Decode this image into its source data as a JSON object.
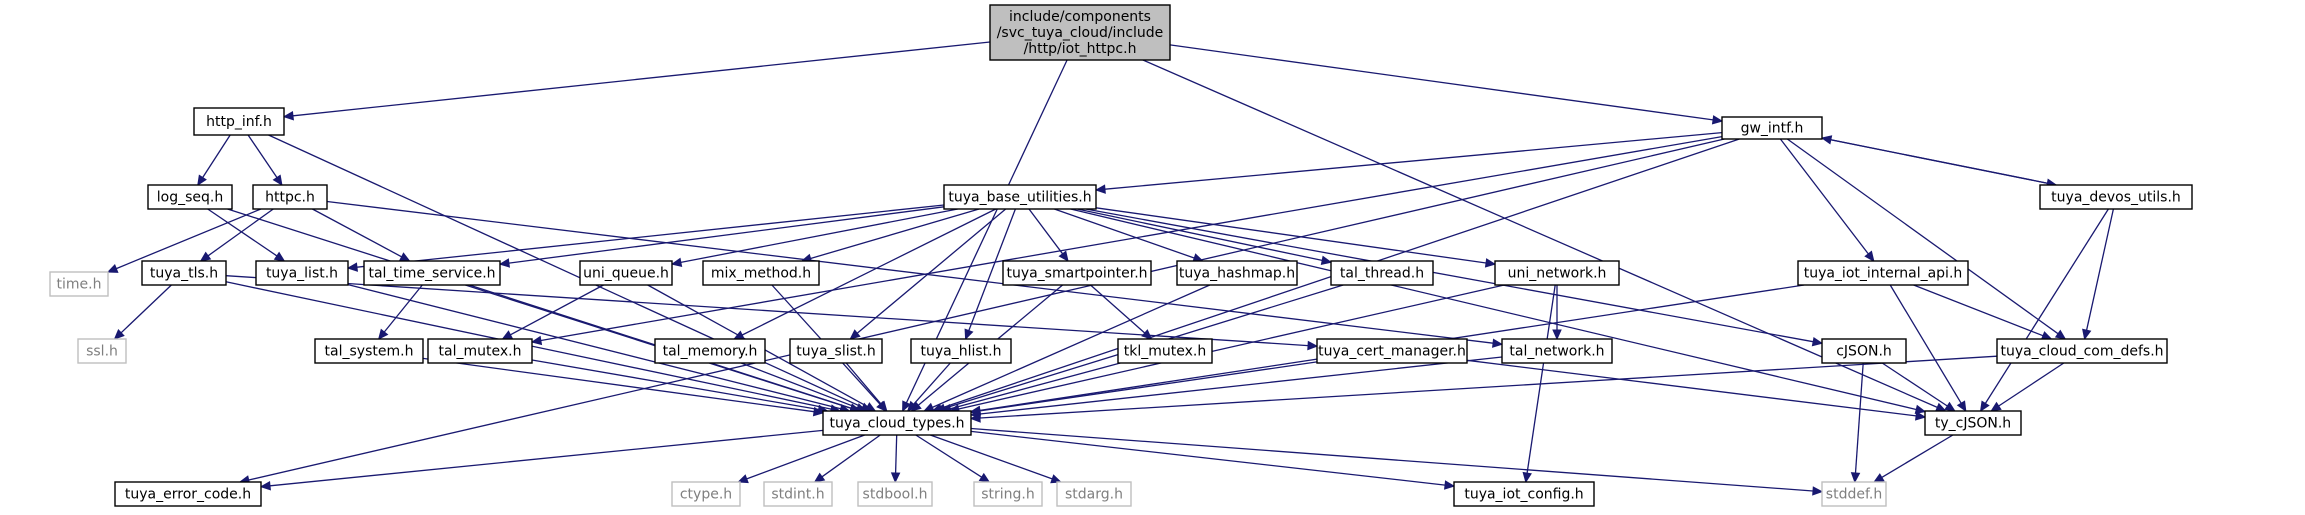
{
  "nodes": [
    {
      "id": "iot_httpc",
      "lines": [
        "include/components",
        "/svc_tuya_cloud/include",
        "/http/iot_httpc.h"
      ],
      "kind": "main"
    },
    {
      "id": "http_inf",
      "lines": [
        "http_inf.h"
      ],
      "kind": "normal"
    },
    {
      "id": "gw_intf",
      "lines": [
        "gw_intf.h"
      ],
      "kind": "normal"
    },
    {
      "id": "log_seq",
      "lines": [
        "log_seq.h"
      ],
      "kind": "normal"
    },
    {
      "id": "httpc",
      "lines": [
        "httpc.h"
      ],
      "kind": "normal"
    },
    {
      "id": "tuya_base_utilities",
      "lines": [
        "tuya_base_utilities.h"
      ],
      "kind": "normal"
    },
    {
      "id": "tuya_devos_utils",
      "lines": [
        "tuya_devos_utils.h"
      ],
      "kind": "normal"
    },
    {
      "id": "time_h",
      "lines": [
        "time.h"
      ],
      "kind": "missing"
    },
    {
      "id": "tuya_tls",
      "lines": [
        "tuya_tls.h"
      ],
      "kind": "normal"
    },
    {
      "id": "tuya_list",
      "lines": [
        "tuya_list.h"
      ],
      "kind": "normal"
    },
    {
      "id": "tal_time_service",
      "lines": [
        "tal_time_service.h"
      ],
      "kind": "normal"
    },
    {
      "id": "uni_queue",
      "lines": [
        "uni_queue.h"
      ],
      "kind": "normal"
    },
    {
      "id": "mix_method",
      "lines": [
        "mix_method.h"
      ],
      "kind": "normal"
    },
    {
      "id": "tuya_smartpointer",
      "lines": [
        "tuya_smartpointer.h"
      ],
      "kind": "normal"
    },
    {
      "id": "tuya_hashmap",
      "lines": [
        "tuya_hashmap.h"
      ],
      "kind": "normal"
    },
    {
      "id": "tal_thread",
      "lines": [
        "tal_thread.h"
      ],
      "kind": "normal"
    },
    {
      "id": "uni_network",
      "lines": [
        "uni_network.h"
      ],
      "kind": "normal"
    },
    {
      "id": "tuya_iot_internal_api",
      "lines": [
        "tuya_iot_internal_api.h"
      ],
      "kind": "normal"
    },
    {
      "id": "ssl_h",
      "lines": [
        "ssl.h"
      ],
      "kind": "missing"
    },
    {
      "id": "tal_system",
      "lines": [
        "tal_system.h"
      ],
      "kind": "normal"
    },
    {
      "id": "tal_mutex",
      "lines": [
        "tal_mutex.h"
      ],
      "kind": "normal"
    },
    {
      "id": "tal_memory",
      "lines": [
        "tal_memory.h"
      ],
      "kind": "normal"
    },
    {
      "id": "tuya_slist",
      "lines": [
        "tuya_slist.h"
      ],
      "kind": "normal"
    },
    {
      "id": "tuya_hlist",
      "lines": [
        "tuya_hlist.h"
      ],
      "kind": "normal"
    },
    {
      "id": "tkl_mutex",
      "lines": [
        "tkl_mutex.h"
      ],
      "kind": "normal"
    },
    {
      "id": "tuya_cert_manager",
      "lines": [
        "tuya_cert_manager.h"
      ],
      "kind": "normal"
    },
    {
      "id": "tal_network",
      "lines": [
        "tal_network.h"
      ],
      "kind": "normal"
    },
    {
      "id": "cJSON",
      "lines": [
        "cJSON.h"
      ],
      "kind": "normal"
    },
    {
      "id": "tuya_cloud_com_defs",
      "lines": [
        "tuya_cloud_com_defs.h"
      ],
      "kind": "normal"
    },
    {
      "id": "tuya_cloud_types",
      "lines": [
        "tuya_cloud_types.h"
      ],
      "kind": "normal"
    },
    {
      "id": "ty_cJSON",
      "lines": [
        "ty_cJSON.h"
      ],
      "kind": "normal"
    },
    {
      "id": "tuya_error_code",
      "lines": [
        "tuya_error_code.h"
      ],
      "kind": "normal"
    },
    {
      "id": "ctype_h",
      "lines": [
        "ctype.h"
      ],
      "kind": "missing"
    },
    {
      "id": "stdint_h",
      "lines": [
        "stdint.h"
      ],
      "kind": "missing"
    },
    {
      "id": "stdbool_h",
      "lines": [
        "stdbool.h"
      ],
      "kind": "missing"
    },
    {
      "id": "string_h",
      "lines": [
        "string.h"
      ],
      "kind": "missing"
    },
    {
      "id": "stdarg_h",
      "lines": [
        "stdarg.h"
      ],
      "kind": "missing"
    },
    {
      "id": "tuya_iot_config",
      "lines": [
        "tuya_iot_config.h"
      ],
      "kind": "normal"
    },
    {
      "id": "stddef_h",
      "lines": [
        "stddef.h"
      ],
      "kind": "missing"
    }
  ],
  "edges": [
    [
      "iot_httpc",
      "http_inf"
    ],
    [
      "iot_httpc",
      "gw_intf"
    ],
    [
      "iot_httpc",
      "tuya_cloud_types"
    ],
    [
      "iot_httpc",
      "ty_cJSON"
    ],
    [
      "http_inf",
      "log_seq"
    ],
    [
      "http_inf",
      "httpc"
    ],
    [
      "http_inf",
      "tuya_cloud_types"
    ],
    [
      "gw_intf",
      "tuya_base_utilities"
    ],
    [
      "gw_intf",
      "tuya_devos_utils"
    ],
    [
      "gw_intf",
      "tuya_iot_internal_api"
    ],
    [
      "gw_intf",
      "tuya_cloud_com_defs"
    ],
    [
      "gw_intf",
      "tuya_cloud_types"
    ],
    [
      "gw_intf",
      "tal_mutex"
    ],
    [
      "gw_intf",
      "tuya_error_code"
    ],
    [
      "tuya_devos_utils",
      "gw_intf"
    ],
    [
      "tuya_devos_utils",
      "tuya_cloud_com_defs"
    ],
    [
      "tuya_devos_utils",
      "ty_cJSON"
    ],
    [
      "log_seq",
      "tuya_list"
    ],
    [
      "log_seq",
      "tuya_cloud_types"
    ],
    [
      "httpc",
      "time_h"
    ],
    [
      "httpc",
      "tuya_tls"
    ],
    [
      "httpc",
      "tal_time_service"
    ],
    [
      "httpc",
      "tal_network"
    ],
    [
      "tuya_base_utilities",
      "tuya_list"
    ],
    [
      "tuya_base_utilities",
      "tal_time_service"
    ],
    [
      "tuya_base_utilities",
      "uni_queue"
    ],
    [
      "tuya_base_utilities",
      "mix_method"
    ],
    [
      "tuya_base_utilities",
      "tuya_smartpointer"
    ],
    [
      "tuya_base_utilities",
      "tuya_hashmap"
    ],
    [
      "tuya_base_utilities",
      "tal_thread"
    ],
    [
      "tuya_base_utilities",
      "uni_network"
    ],
    [
      "tuya_base_utilities",
      "tal_memory"
    ],
    [
      "tuya_base_utilities",
      "tuya_slist"
    ],
    [
      "tuya_base_utilities",
      "tuya_hlist"
    ],
    [
      "tuya_base_utilities",
      "cJSON"
    ],
    [
      "tuya_base_utilities",
      "ty_cJSON"
    ],
    [
      "tuya_tls",
      "ssl_h"
    ],
    [
      "tuya_tls",
      "tuya_cert_manager"
    ],
    [
      "tuya_tls",
      "tuya_cloud_types"
    ],
    [
      "tuya_list",
      "tuya_cloud_types"
    ],
    [
      "tal_time_service",
      "tal_system"
    ],
    [
      "tal_time_service",
      "tuya_cloud_types"
    ],
    [
      "uni_queue",
      "tal_mutex"
    ],
    [
      "uni_queue",
      "tuya_cloud_types"
    ],
    [
      "mix_method",
      "tuya_cloud_types"
    ],
    [
      "tuya_smartpointer",
      "tkl_mutex"
    ],
    [
      "tuya_smartpointer",
      "tuya_cloud_types"
    ],
    [
      "tuya_hashmap",
      "tuya_cloud_types"
    ],
    [
      "tal_thread",
      "tuya_cloud_types"
    ],
    [
      "uni_network",
      "tal_network"
    ],
    [
      "uni_network",
      "tuya_cloud_types"
    ],
    [
      "uni_network",
      "tuya_iot_config"
    ],
    [
      "tuya_iot_internal_api",
      "tuya_cloud_com_defs"
    ],
    [
      "tuya_iot_internal_api",
      "ty_cJSON"
    ],
    [
      "tuya_iot_internal_api",
      "tuya_cloud_types"
    ],
    [
      "tal_system",
      "tuya_cloud_types"
    ],
    [
      "tal_mutex",
      "tuya_cloud_types"
    ],
    [
      "tal_memory",
      "tuya_cloud_types"
    ],
    [
      "tuya_slist",
      "tuya_cloud_types"
    ],
    [
      "tuya_hlist",
      "tuya_cloud_types"
    ],
    [
      "tkl_mutex",
      "tuya_cloud_types"
    ],
    [
      "tuya_cert_manager",
      "tuya_cloud_types"
    ],
    [
      "tuya_cert_manager",
      "ty_cJSON"
    ],
    [
      "tal_network",
      "tuya_cloud_types"
    ],
    [
      "cJSON",
      "stddef_h"
    ],
    [
      "cJSON",
      "ty_cJSON"
    ],
    [
      "tuya_cloud_com_defs",
      "tuya_cloud_types"
    ],
    [
      "tuya_cloud_com_defs",
      "ty_cJSON"
    ],
    [
      "ty_cJSON",
      "stddef_h"
    ],
    [
      "tuya_cloud_types",
      "tuya_error_code"
    ],
    [
      "tuya_cloud_types",
      "ctype_h"
    ],
    [
      "tuya_cloud_types",
      "stdint_h"
    ],
    [
      "tuya_cloud_types",
      "stdbool_h"
    ],
    [
      "tuya_cloud_types",
      "string_h"
    ],
    [
      "tuya_cloud_types",
      "stdarg_h"
    ],
    [
      "tuya_cloud_types",
      "tuya_iot_config"
    ],
    [
      "tuya_cloud_types",
      "stddef_h"
    ]
  ]
}
